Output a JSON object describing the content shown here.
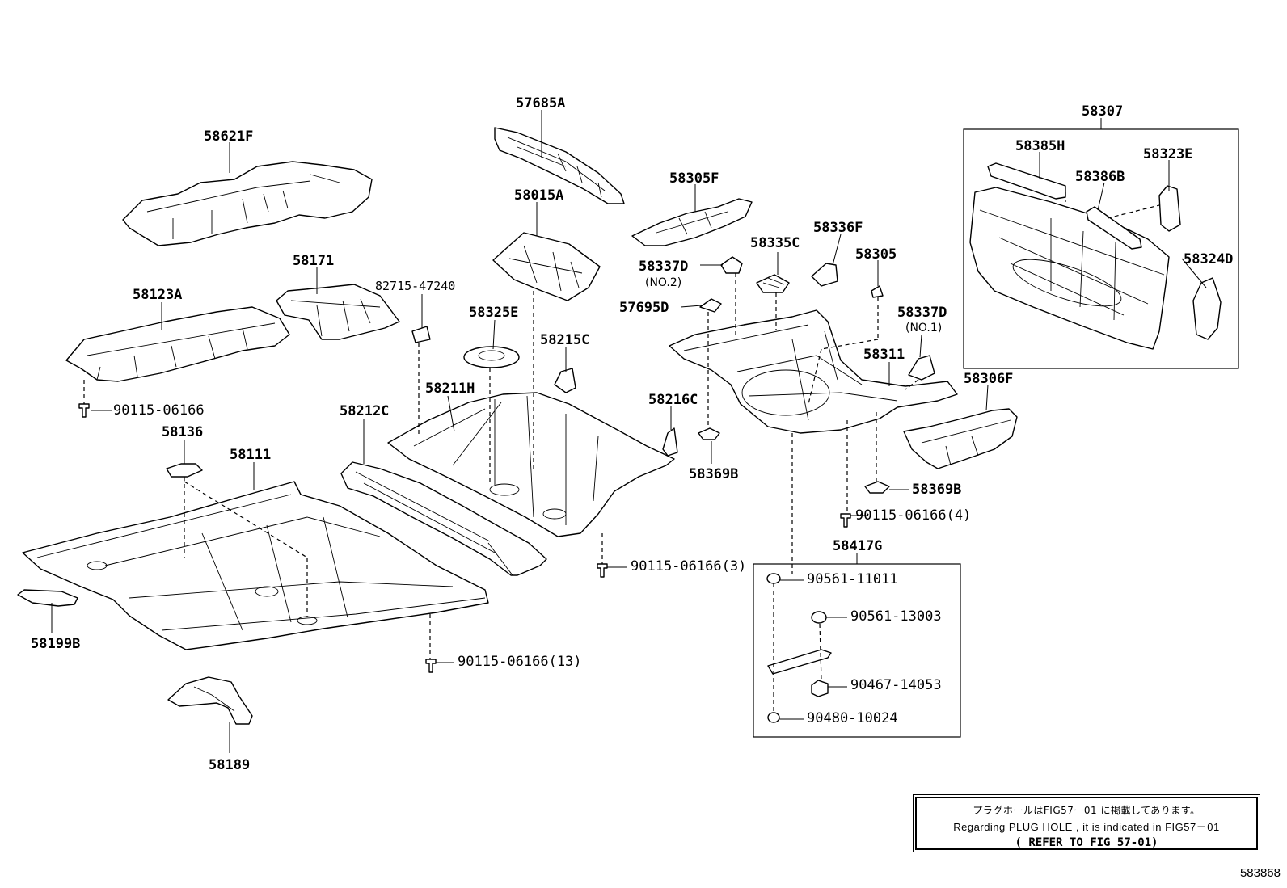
{
  "labels": {
    "p57685A": "57685A",
    "p58621F": "58621F",
    "p58015A": "58015A",
    "p58305F": "58305F",
    "p58307": "58307",
    "p58385H": "58385H",
    "p58323E": "58323E",
    "p58386B": "58386B",
    "p58324D": "58324D",
    "p58171": "58171",
    "p82715_47240": "82715-47240",
    "p58123A": "58123A",
    "p58325E": "58325E",
    "p58215C": "58215C",
    "p58337D_no2": "58337D",
    "no2": "(NO.2)",
    "p58335C": "58335C",
    "p58336F": "58336F",
    "p58305": "58305",
    "p57695D": "57695D",
    "p58337D_no1": "58337D",
    "no1": "(NO.1)",
    "p58311": "58311",
    "p58306F": "58306F",
    "p90115_06166_a": "90115-06166",
    "p58211H": "58211H",
    "p58212C": "58212C",
    "p58216C": "58216C",
    "p58136": "58136",
    "p58111": "58111",
    "p58369B_a": "58369B",
    "p58369B_b": "58369B",
    "p90115_06166_4": "90115-06166(4)",
    "p58417G": "58417G",
    "p90115_06166_3": "90115-06166(3)",
    "p90561_11011": "90561-11011",
    "p90561_13003": "90561-13003",
    "p58199B": "58199B",
    "p90115_06166_13": "90115-06166(13)",
    "p90467_14053": "90467-14053",
    "p90480_10024": "90480-10024",
    "p58189": "58189"
  },
  "note": {
    "jp": "プラグホールはFIG57ー01 に掲載してあります。",
    "en": "Regarding  PLUG HOLE , it is indicated  in  FIG57－01",
    "ref": "( REFER TO FIG 57-01)"
  },
  "figure_id": "583868"
}
